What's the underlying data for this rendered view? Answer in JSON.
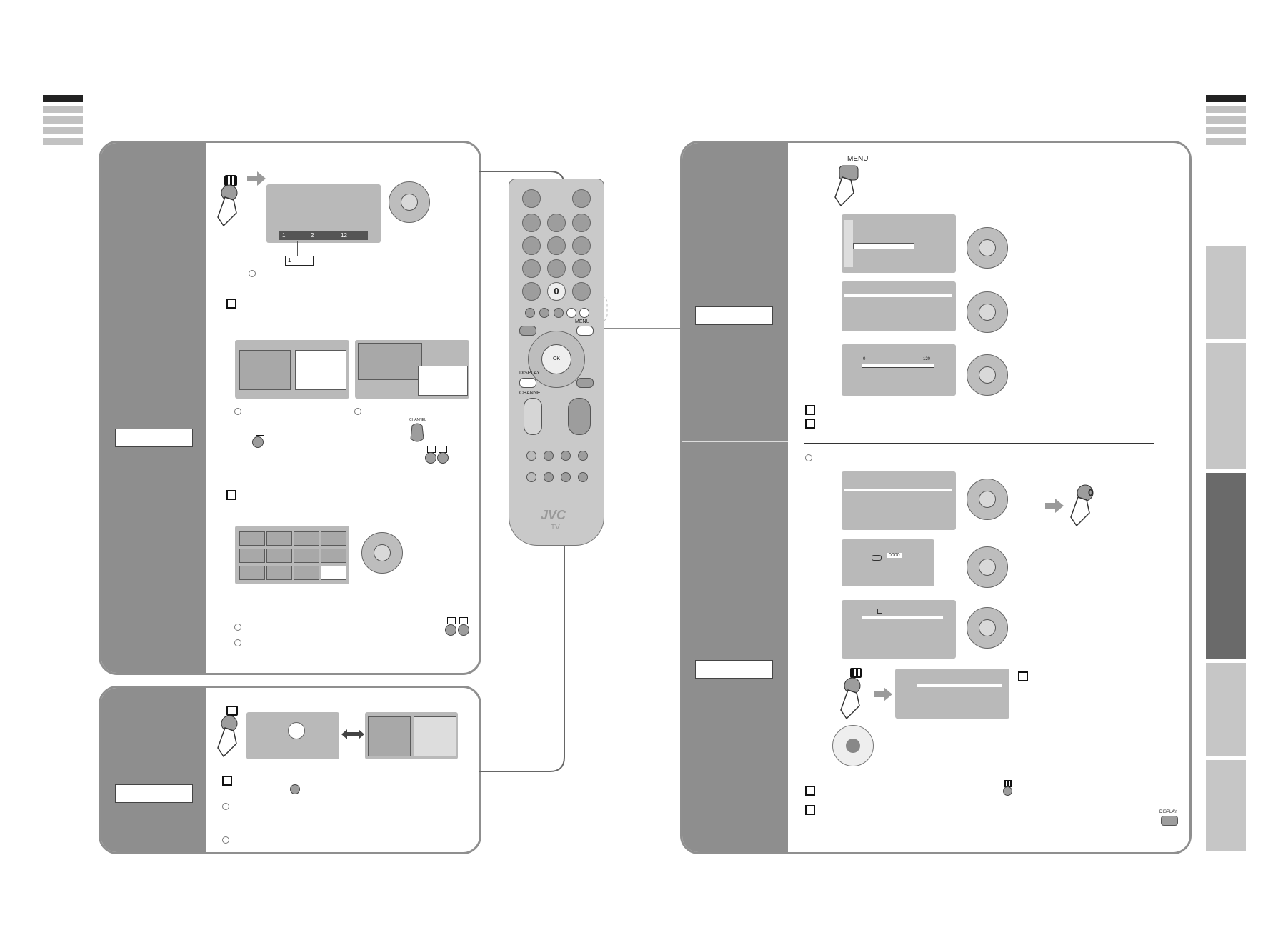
{
  "colors": {
    "sidebar": "#8e8e8e",
    "screen": "#b9b9b9",
    "dark_tab": "#6a6a6a",
    "light_tab": "#c6c6c6",
    "frame": "#8f8f8f"
  },
  "remote": {
    "brand": "JVC",
    "tv_label": "TV",
    "zero_key": "0",
    "menu_label": "MENU",
    "display_label": "DISPLAY",
    "channel_label": "CHANNEL",
    "ok_label": "OK"
  },
  "left_top": {
    "thumb_strip": [
      "1",
      "2",
      "12"
    ],
    "selected_thumb": "1",
    "channel_small": "CHANNEL"
  },
  "right_top": {
    "menu_label": "MENU",
    "slider_min": "0",
    "slider_max": "120"
  },
  "right_bottom": {
    "code_value": "0000",
    "zero_key": "0"
  },
  "display_key": "DISPLAY",
  "icons": [
    "hand-press-icon",
    "ok-dpad-icon",
    "arrow-right-icon",
    "teletext-icon",
    "index-icon",
    "subpage-icon",
    "key-icon",
    "lock-icon"
  ]
}
